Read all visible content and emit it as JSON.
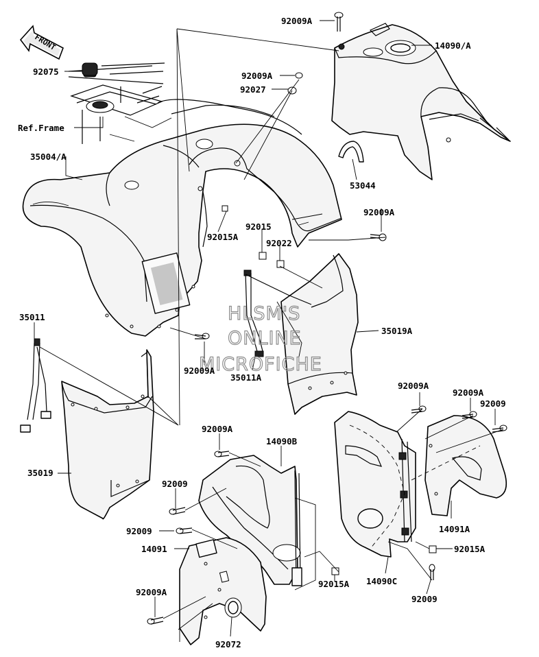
{
  "watermark": [
    "HLSM'S",
    "ONLINE",
    "MICROFICHE"
  ],
  "direction_indicator": "FRONT",
  "labels": {
    "l92009a_top": "92009A",
    "l14090a": "14090/A",
    "l92075": "92075",
    "l92009a_mid": "92009A",
    "l92027": "92027",
    "l_ref_frame": "Ref.Frame",
    "l35004a": "35004/A",
    "l53044": "53044",
    "l92009a_right": "92009A",
    "l92015a_1": "92015A",
    "l92015": "92015",
    "l92022": "92022",
    "l35011": "35011",
    "l35019a": "35019A",
    "l92009a_fender": "92009A",
    "l35011a": "35011A",
    "l92009a_c1": "92009A",
    "l92009a_c2": "92009A",
    "l92009_c3": "92009",
    "l92009a_left": "92009A",
    "l14090b": "14090B",
    "l35019": "35019",
    "l92009_a": "92009",
    "l92009_b": "92009",
    "l14091a": "14091A",
    "l14091": "14091",
    "l92015a_2": "92015A",
    "l92015a_3": "92015A",
    "l14090c": "14090C",
    "l92009a_bottom": "92009A",
    "l92009_bottom": "92009",
    "l92072": "92072"
  }
}
